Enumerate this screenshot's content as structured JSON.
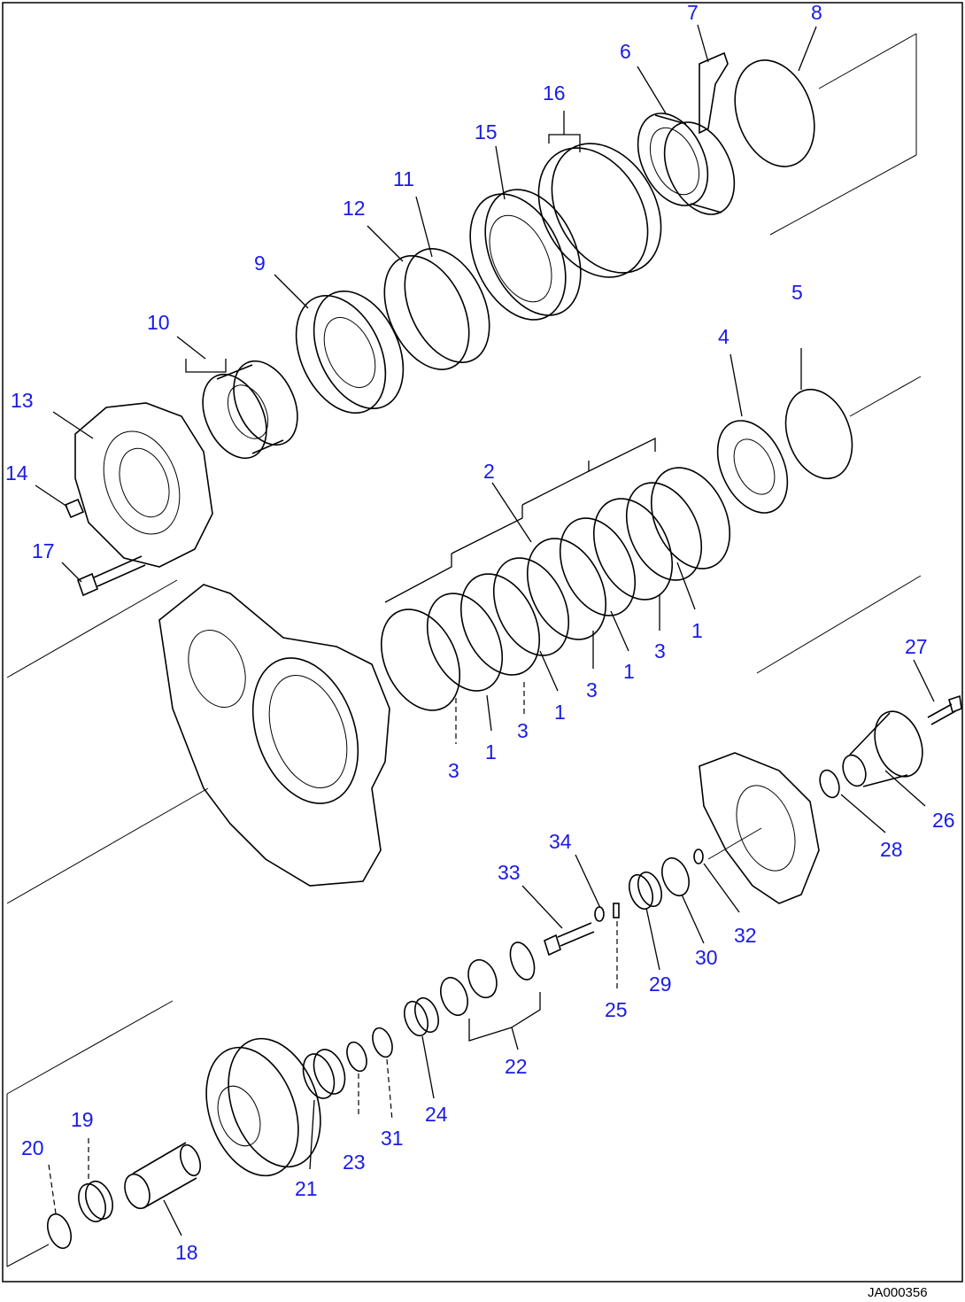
{
  "callouts": [
    {
      "id": "1a",
      "text": "1"
    },
    {
      "id": "1b",
      "text": "1"
    },
    {
      "id": "1c",
      "text": "1"
    },
    {
      "id": "1d",
      "text": "1"
    },
    {
      "id": "2",
      "text": "2"
    },
    {
      "id": "3a",
      "text": "3"
    },
    {
      "id": "3b",
      "text": "3"
    },
    {
      "id": "3c",
      "text": "3"
    },
    {
      "id": "3d",
      "text": "3"
    },
    {
      "id": "4",
      "text": "4"
    },
    {
      "id": "5",
      "text": "5"
    },
    {
      "id": "6",
      "text": "6"
    },
    {
      "id": "7",
      "text": "7"
    },
    {
      "id": "8",
      "text": "8"
    },
    {
      "id": "9",
      "text": "9"
    },
    {
      "id": "10",
      "text": "10"
    },
    {
      "id": "11",
      "text": "11"
    },
    {
      "id": "12",
      "text": "12"
    },
    {
      "id": "13",
      "text": "13"
    },
    {
      "id": "14",
      "text": "14"
    },
    {
      "id": "15",
      "text": "15"
    },
    {
      "id": "16",
      "text": "16"
    },
    {
      "id": "17",
      "text": "17"
    },
    {
      "id": "18",
      "text": "18"
    },
    {
      "id": "19",
      "text": "19"
    },
    {
      "id": "20",
      "text": "20"
    },
    {
      "id": "21",
      "text": "21"
    },
    {
      "id": "22",
      "text": "22"
    },
    {
      "id": "23",
      "text": "23"
    },
    {
      "id": "24",
      "text": "24"
    },
    {
      "id": "25",
      "text": "25"
    },
    {
      "id": "26",
      "text": "26"
    },
    {
      "id": "27",
      "text": "27"
    },
    {
      "id": "28",
      "text": "28"
    },
    {
      "id": "29",
      "text": "29"
    },
    {
      "id": "30",
      "text": "30"
    },
    {
      "id": "31",
      "text": "31"
    },
    {
      "id": "32",
      "text": "32"
    },
    {
      "id": "33",
      "text": "33"
    },
    {
      "id": "34",
      "text": "34"
    }
  ],
  "drawing_code": "JA000356",
  "colors": {
    "callout": "#1a1ae6",
    "linework": "#000000",
    "background": "#ffffff"
  }
}
